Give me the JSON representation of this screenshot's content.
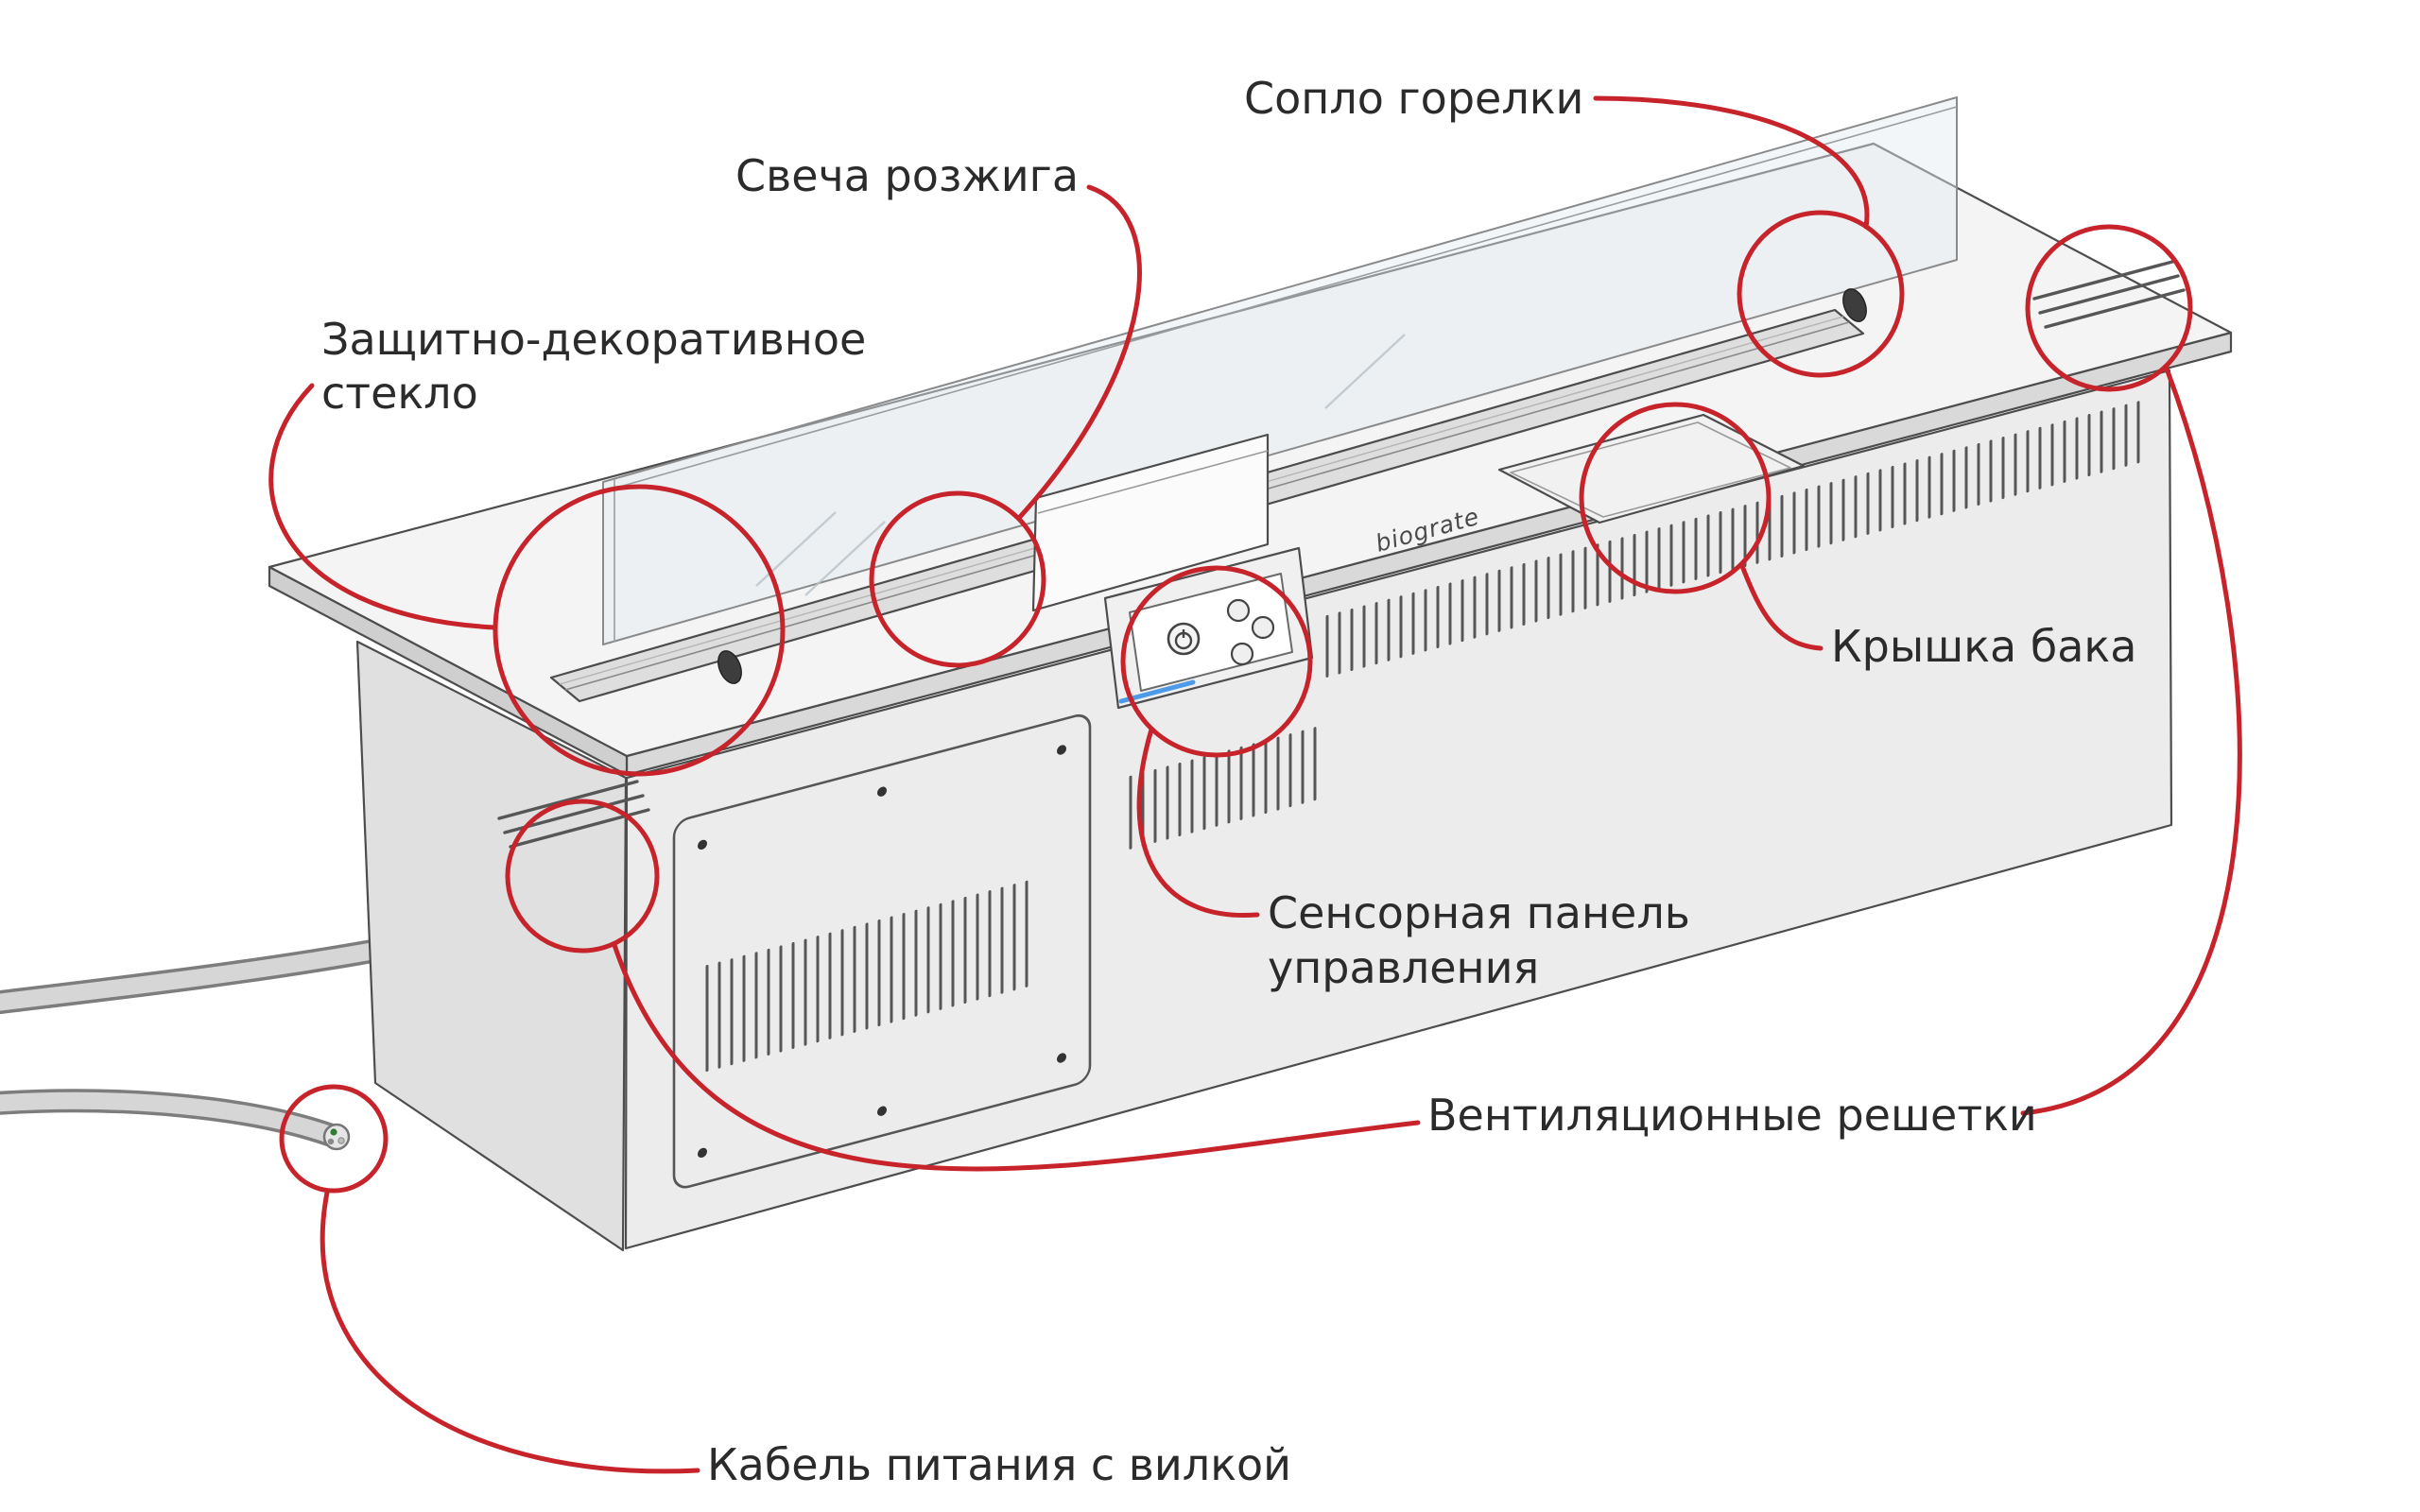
{
  "diagram": {
    "type": "labeled-parts-diagram",
    "subject": "automatic bio-ethanol fireplace insert"
  },
  "brand": {
    "logo": "biograte"
  },
  "labels": {
    "burner_nozzle": "Сопло горелки",
    "ignition_plug": "Свеча розжига",
    "protective_glass": {
      "line1": "Защитно-декоративное",
      "line2": "стекло"
    },
    "tank_lid": "Крышка бака",
    "touch_panel": {
      "line1": "Сенсорная панель",
      "line2": "управления"
    },
    "ventilation_grilles": "Вентиляционные решетки",
    "power_cable": "Кабель питания с вилкой"
  },
  "colors": {
    "annotation_red": "#c6232b",
    "label_text": "#2b2b2b",
    "device_outline": "#4d4d4d",
    "device_top": "#f4f4f4",
    "device_front": "#ececec",
    "device_side": "#e0e0e0",
    "accent_blue": "#4d9be8",
    "background": "#ffffff"
  }
}
